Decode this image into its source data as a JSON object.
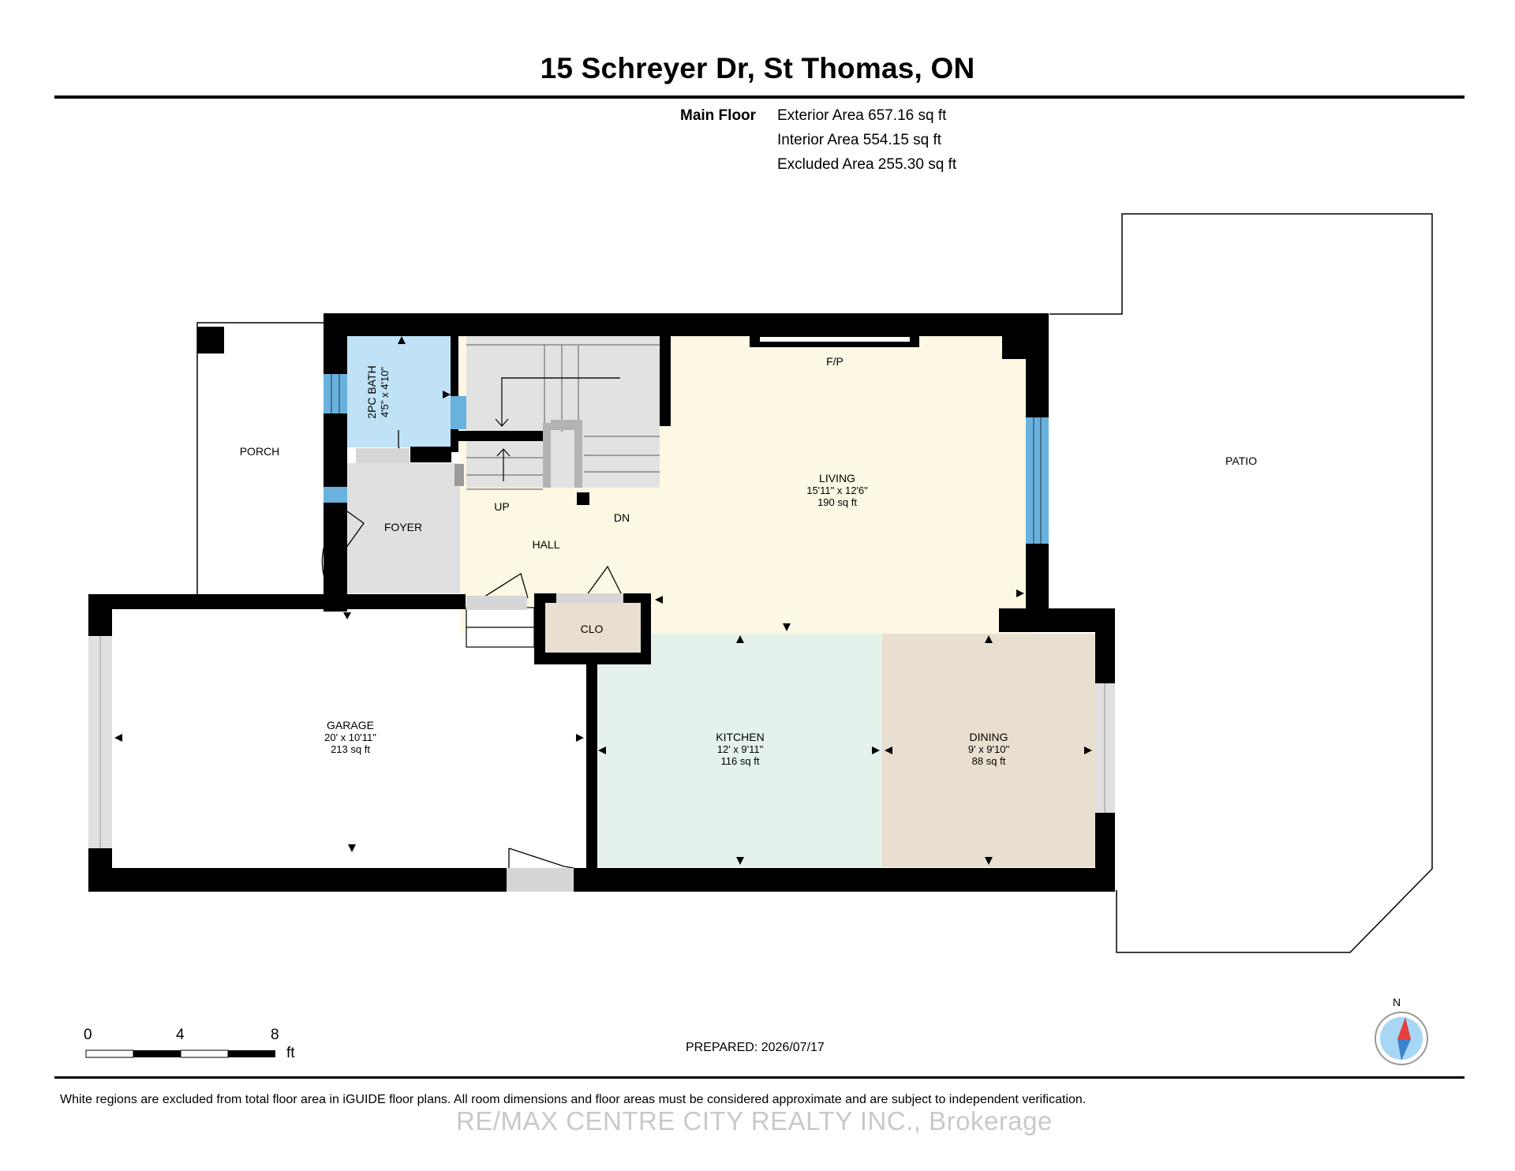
{
  "header": {
    "address": "15 Schreyer Dr, St Thomas, ON"
  },
  "floor": {
    "name": "Main Floor",
    "exterior_area": "Exterior Area 657.16 sq ft",
    "interior_area": "Interior Area 554.15 sq ft",
    "excluded_area": "Excluded Area 255.30 sq ft"
  },
  "rooms": {
    "bath": {
      "name": "2PC BATH",
      "dims": "4'5\" x 4'10\""
    },
    "porch": {
      "name": "PORCH"
    },
    "foyer": {
      "name": "FOYER"
    },
    "hall": {
      "name": "HALL"
    },
    "up": "UP",
    "dn": "DN",
    "fp": "F/P",
    "living": {
      "name": "LIVING",
      "dims": "15'11\" x 12'6\"",
      "area": "190 sq ft"
    },
    "clo": {
      "name": "CLO"
    },
    "garage": {
      "name": "GARAGE",
      "dims": "20' x 10'11\"",
      "area": "213 sq ft"
    },
    "kitchen": {
      "name": "KITCHEN",
      "dims": "12' x 9'11\"",
      "area": "116 sq ft"
    },
    "dining": {
      "name": "DINING",
      "dims": "9' x 9'10\"",
      "area": "88 sq ft"
    },
    "patio": {
      "name": "PATIO"
    }
  },
  "scale_bar": {
    "marks": [
      "0",
      "4",
      "8"
    ],
    "unit": "ft"
  },
  "compass": {
    "label": "N",
    "icon": "compass-icon"
  },
  "prepared": "PREPARED: 2026/07/17",
  "disclaimer": "White regions are excluded from total floor area in iGUIDE floor plans. All room dimensions and floor areas must be considered approximate and are subject to independent verification.",
  "brokerage": "RE/MAX CENTRE CITY REALTY INC., Brokerage",
  "colors": {
    "wall": "#000000",
    "bath": "#bfe2f6",
    "stairs": "#e2e2e2",
    "foyer": "#e0e0e0",
    "hall_living": "#fdf8e3",
    "kitchen": "#e5f2eb",
    "dining": "#e8dfd0",
    "closet": "#e8dfd0",
    "window": "#6ab2de"
  }
}
